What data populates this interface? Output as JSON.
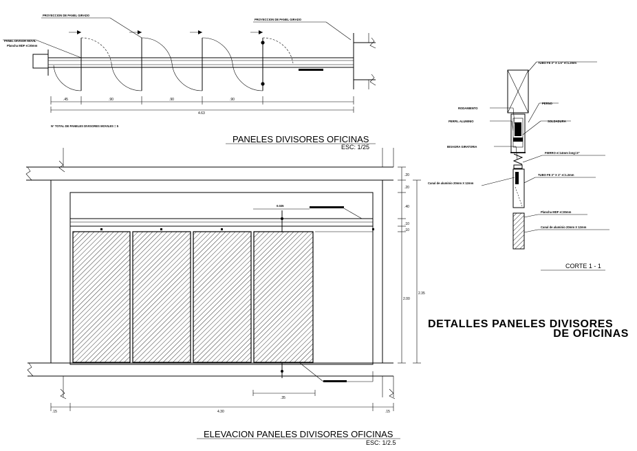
{
  "plan": {
    "label_panel_top_left": "PROYECCION DE PANEL GIRADO",
    "label_panel_top_right": "PROYECCION DE PANEL GIRADO",
    "label_divisor": "PANEL DIVISOR MOVIL",
    "label_divisor_sub": "Plancha MDF e=30mm",
    "dims": [
      ".45",
      ".90",
      ".90",
      ".90"
    ],
    "dim_total": "4.63",
    "note": "N° TOTAL DE PANELES DIVISORES MOVILES = 5"
  },
  "elevation": {
    "title": "PANELES DIVISORES OFICINAS",
    "scale": "ESC: 1/25",
    "bottom_title": "ELEVACION PANELES DIVISORES OFICINAS",
    "bottom_scale": "ESC: 1/2.5",
    "right_dims": [
      ".20",
      ".20",
      ".40",
      ".10",
      ".10",
      "2.00",
      "2.35"
    ],
    "top_dim": "0.025",
    "bottom_dim": ".35",
    "total_dim": "4.30",
    "end_dim_left": ".15",
    "end_dim_right": ".15"
  },
  "detail": {
    "labels": {
      "tubo_top": "TUBO FE 3\" X 1.5\" e=1.2mm",
      "rodamiento": "RODAMIENTO",
      "perno": "PERNO",
      "perfil": "PERFIL ALUMINIO",
      "soldadura": "SOLDADURA",
      "bisagra": "BISAGRA GIRATORIA",
      "fierro": "FIERRO e=14mm   long=3\"",
      "canal_left": "Canal de aluminio 20mm X 12mm",
      "tubo_bottom": "TUBO FE 3\" X 1\" e=1.2mm",
      "plancha": "Plancha MDF e=30mm",
      "canal_right": "Canal de aluminio 20mm X 12mm"
    },
    "section_title": "CORTE 1 - 1"
  },
  "main_title_line1": "DETALLES PANELES DIVISORES",
  "main_title_line2": "DE OFICINAS"
}
